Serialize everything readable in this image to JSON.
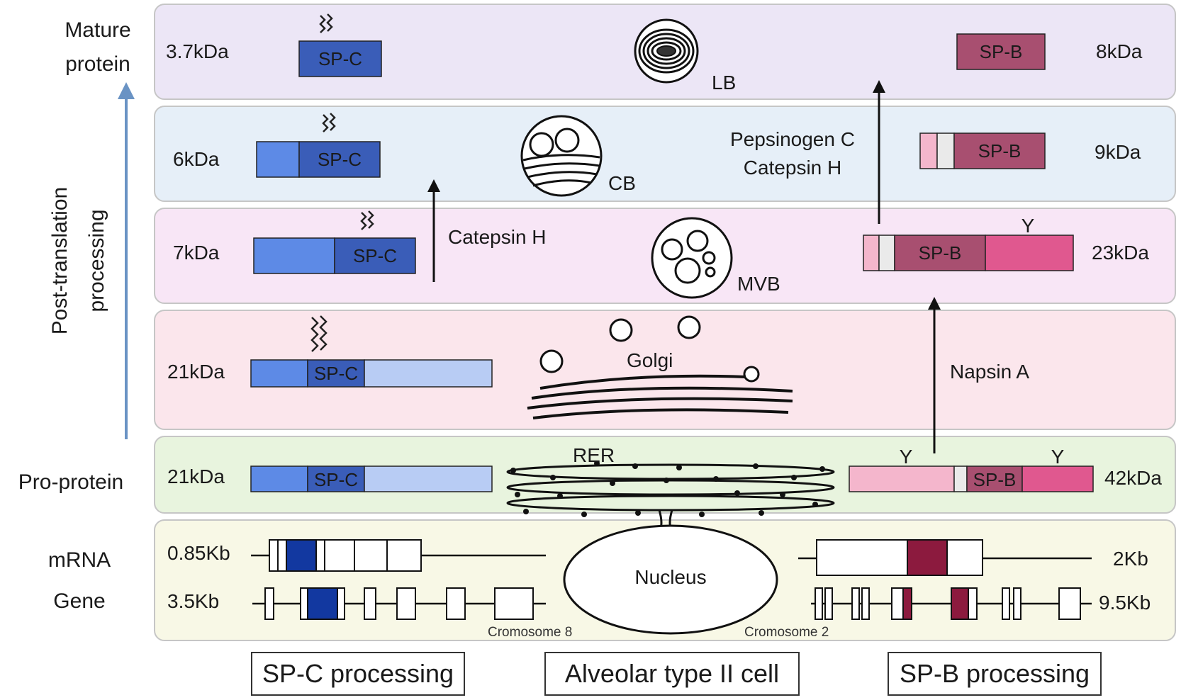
{
  "side_labels": {
    "mature_line1": "Mature",
    "mature_line2": "protein",
    "ptp_line1": "Post-translation",
    "ptp_line2": "processing",
    "proprotein": "Pro-protein",
    "mrna": "mRNA",
    "gene": "Gene"
  },
  "sizes": {
    "mature_spc": "3.7kDa",
    "mature_spb": "8kDa",
    "row2_spc": "6kDa",
    "row2_spb": "9kDa",
    "row3_spc": "7kDa",
    "row3_spb": "23kDa",
    "row4_spc": "21kDa",
    "pro_spc": "21kDa",
    "pro_spb": "42kDa",
    "mrna_spc": "0.85Kb",
    "mrna_spb": "2Kb",
    "gene_spc": "3.5Kb",
    "gene_spb": "9.5Kb"
  },
  "proteins": {
    "spc": "SP-C",
    "spb": "SP-B"
  },
  "organelles": {
    "lb": "LB",
    "cb": "CB",
    "mvb": "MVB",
    "golgi": "Golgi",
    "rer": "RER",
    "nucleus": "Nucleus"
  },
  "enzymes": {
    "pepsinogen": "Pepsinogen C",
    "catepsin_h_b": "Catepsin H",
    "catepsin_h_c": "Catepsin H",
    "napsin": "Napsin A"
  },
  "chromosomes": {
    "chr8": "Cromosome 8",
    "chr2": "Cromosome 2"
  },
  "glyco": "Y",
  "bottom": {
    "spc": "SP-C processing",
    "cell": "Alveolar type II cell",
    "spb": "SP-B processing"
  },
  "colors": {
    "row_mature": "#ece6f6",
    "row_cb": "#e6eff8",
    "row_mvb": "#f8e6f6",
    "row_golgi": "#fbe6ec",
    "row_rer": "#e8f4de",
    "row_nucleus": "#f8f8e6",
    "spc_dark": "#3a5db8",
    "spc_mid": "#5d8ae6",
    "spc_light": "#b8ccf4",
    "spc_gene": "#1238a0",
    "spb_dark": "#a84f70",
    "spb_pink": "#e0588f",
    "spb_light": "#f4b6cc",
    "spb_gene": "#8c1a3e"
  }
}
